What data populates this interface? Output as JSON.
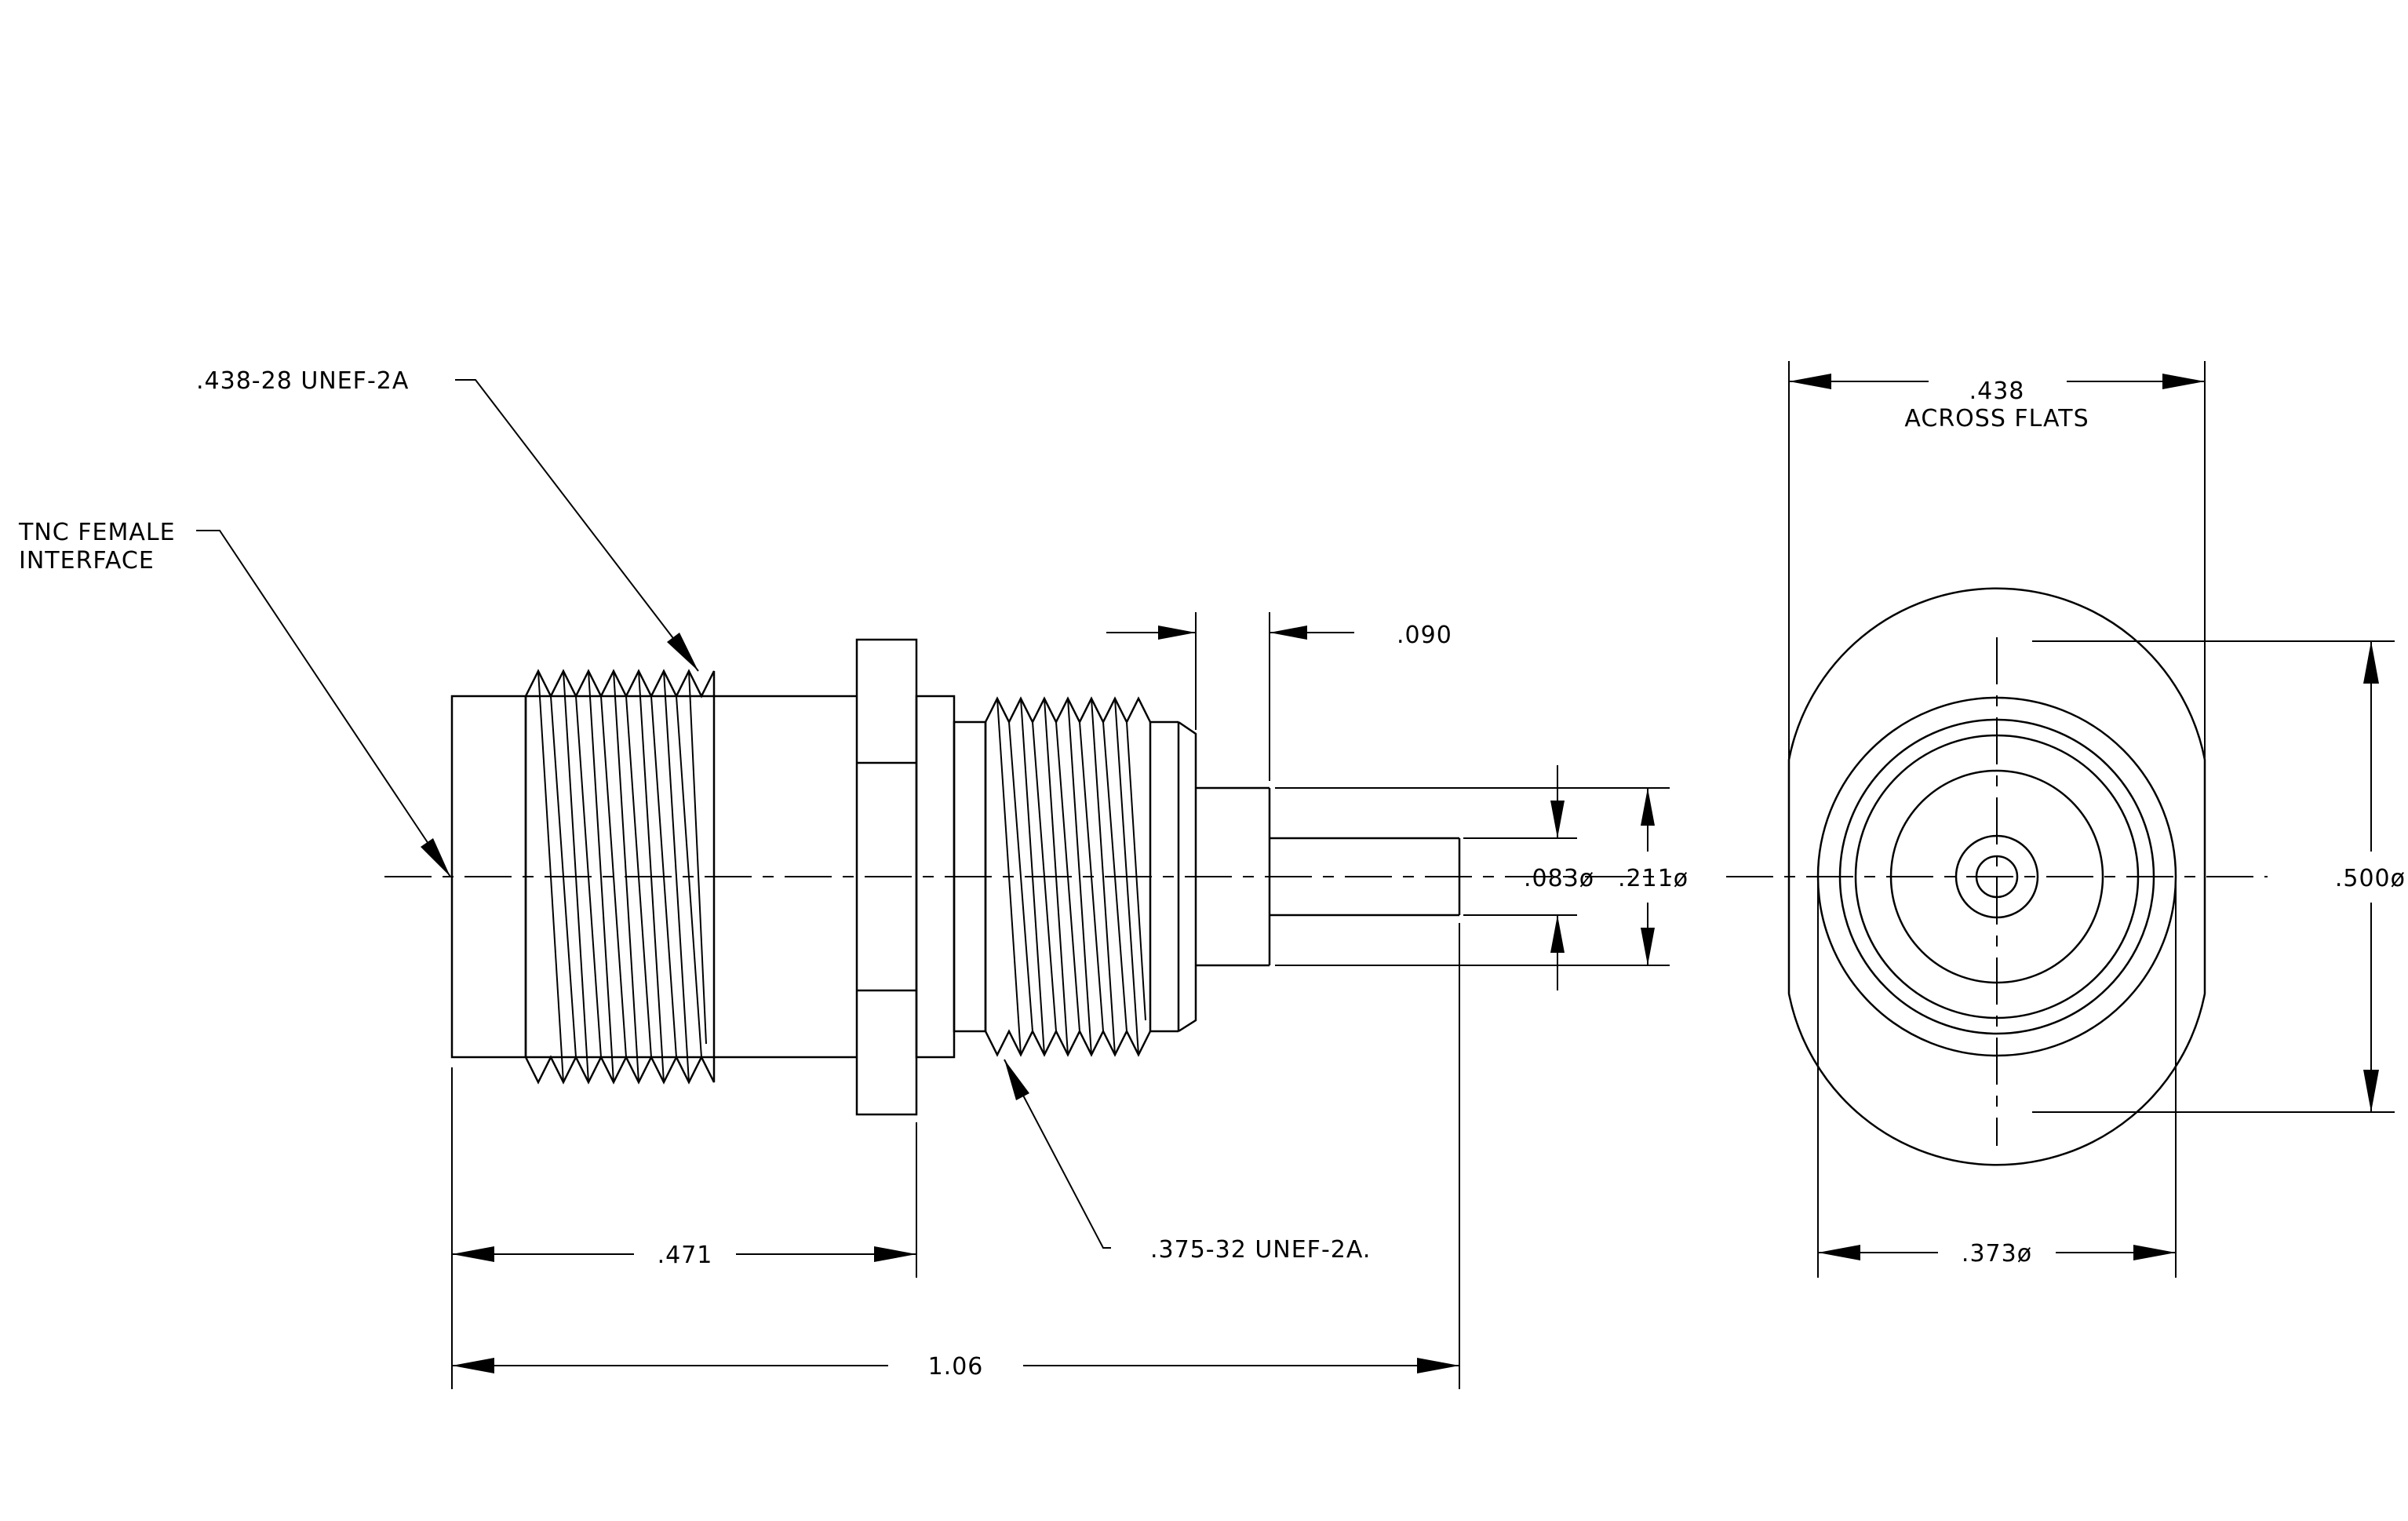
{
  "callouts": {
    "thread_438": ".438-28 UNEF-2A",
    "tnc_line1": "TNC FEMALE",
    "tnc_line2": "INTERFACE",
    "thread_375": ".375-32 UNEF-2A."
  },
  "dimensions": {
    "d090": ".090",
    "d083": ".083ø",
    "d211": ".211ø",
    "d471": ".471",
    "d106": "1.06",
    "d438": ".438",
    "across_flats": "ACROSS FLATS",
    "d500": ".500ø",
    "d373": ".373ø"
  }
}
